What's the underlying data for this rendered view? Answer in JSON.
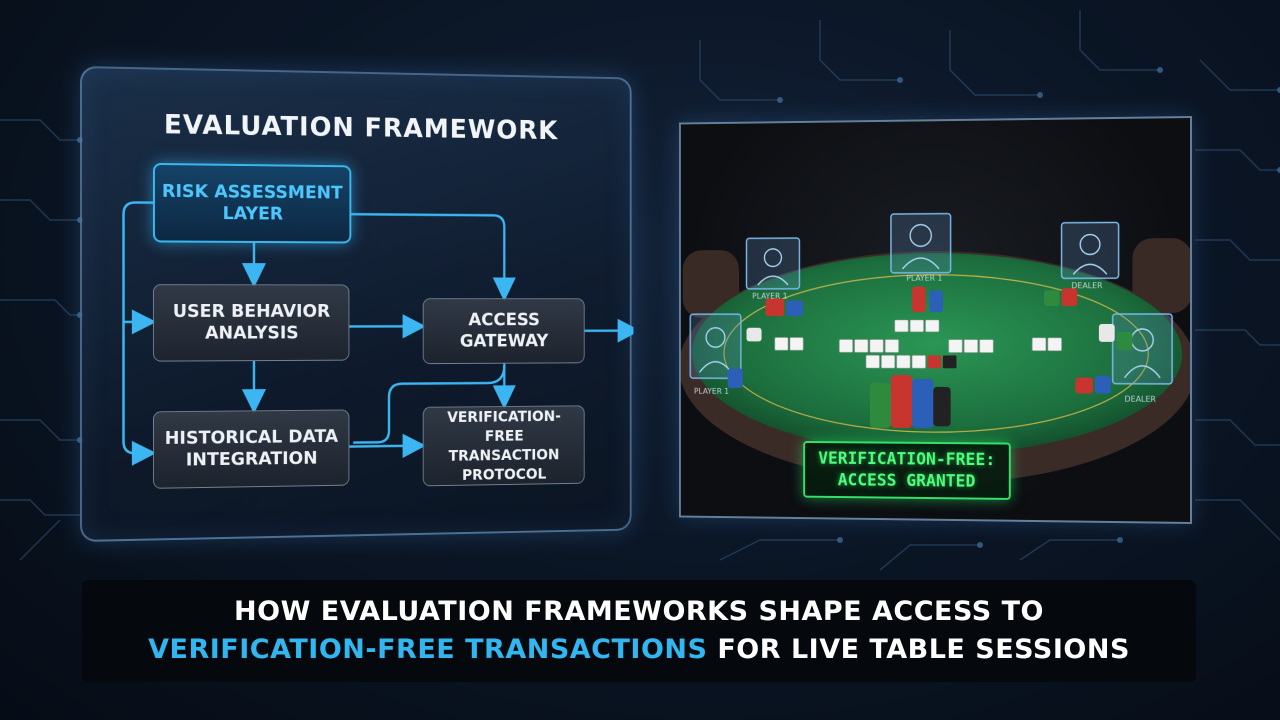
{
  "framework": {
    "title": "EVALUATION FRAMEWORK",
    "nodes": {
      "risk": "RISK ASSESSMENT\nLAYER",
      "user": "USER BEHAVIOR\nANALYSIS",
      "access": "ACCESS\nGATEWAY",
      "historical": "HISTORICAL DATA\nINTEGRATION",
      "verification": "VERIFICATION-FREE\nTRANSACTION\nPROTOCOL"
    },
    "accent_color": "#39b8f0"
  },
  "table": {
    "player_labels": [
      "PLAYER 1",
      "PLAYER 1",
      "DEALER",
      "PLAYER 1",
      "DEALER"
    ],
    "status_line1": "VERIFICATION-FREE:",
    "status_line2": "ACCESS GRANTED",
    "status_color": "#35e06a",
    "felt_color": "#1f7a45"
  },
  "caption": {
    "line1": "HOW EVALUATION FRAMEWORKS SHAPE ACCESS TO",
    "line2_highlight": "VERIFICATION-FREE TRANSACTIONS",
    "line2_rest": " FOR LIVE TABLE SESSIONS",
    "highlight_color": "#31b6f0"
  }
}
